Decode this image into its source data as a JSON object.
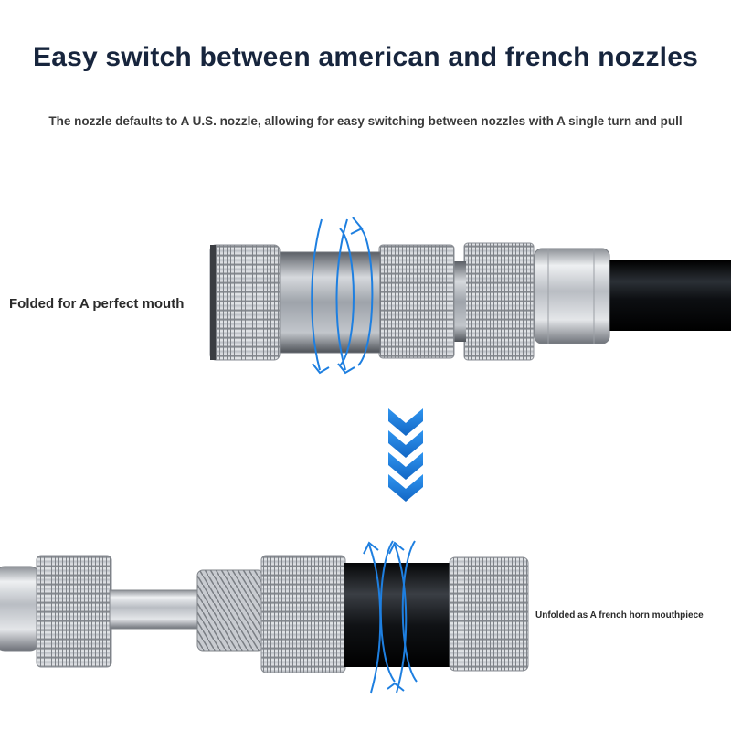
{
  "header": {
    "title": "Easy switch between american and french nozzles",
    "subtitle": "The nozzle defaults to A U.S. nozzle, allowing for easy switching between nozzles with A single turn and pull"
  },
  "states": {
    "folded_label": "Folded for A perfect mouth",
    "unfolded_label": "Unfolded as A french horn mouthpiece"
  },
  "colors": {
    "title": "#17253d",
    "arrow_blue": "#1e7fe0",
    "hose": "#101418",
    "metal": "#c9ccd1"
  },
  "icons": [
    "rotation-arrow-icon",
    "triple-chevron-down-icon"
  ]
}
